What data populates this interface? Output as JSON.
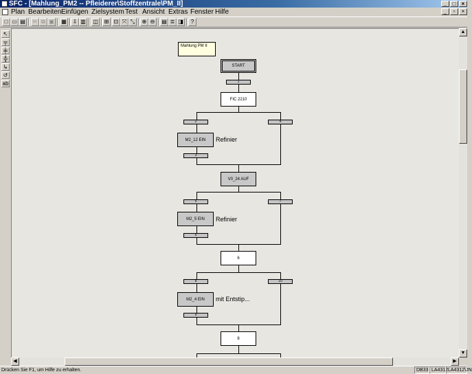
{
  "title": "SFC - [Mahlung_PM2 -- Pfleiderer\\Stoffzentrale\\PM_II]",
  "window_buttons": {
    "minimize": "_",
    "maximize": "□",
    "close": "×"
  },
  "mdi_buttons": {
    "minimize": "_",
    "restore": "▫",
    "close": "×"
  },
  "menu": [
    "Plan",
    "Bearbeiten",
    "Einfügen",
    "Zielsystem",
    "Test",
    "Ansicht",
    "Extras",
    "Fenster",
    "Hilfe"
  ],
  "toolbar": [
    {
      "icon": "new-icon",
      "glyph": "□"
    },
    {
      "icon": "open-icon",
      "glyph": "▭"
    },
    {
      "icon": "print-icon",
      "glyph": "▤"
    },
    {
      "icon": "cut-icon",
      "glyph": "✂",
      "disabled": true
    },
    {
      "icon": "copy-icon",
      "glyph": "⧉",
      "disabled": true
    },
    {
      "icon": "paste-icon",
      "glyph": "▣",
      "disabled": true
    },
    {
      "icon": "compile-icon",
      "glyph": "▦"
    },
    {
      "icon": "download-icon",
      "glyph": "⇩"
    },
    {
      "icon": "monitor-icon",
      "glyph": "▥"
    },
    {
      "icon": "test-icon",
      "glyph": "◫"
    },
    {
      "icon": "fit-icon",
      "glyph": "⊞"
    },
    {
      "icon": "zoom-select-icon",
      "glyph": "⊡"
    },
    {
      "icon": "zoom-fit-icon",
      "glyph": "⤧"
    },
    {
      "icon": "zoom-in-icon",
      "glyph": "⊕"
    },
    {
      "icon": "zoom-out-icon",
      "glyph": "⊖"
    },
    {
      "icon": "view-chain-icon",
      "glyph": "▤"
    },
    {
      "icon": "view-list-icon",
      "glyph": "≣"
    },
    {
      "icon": "view-split-icon",
      "glyph": "◨"
    },
    {
      "icon": "help-icon",
      "glyph": "?"
    }
  ],
  "palette": [
    {
      "icon": "pointer-icon",
      "glyph": "↖"
    },
    {
      "icon": "step-transition-icon",
      "glyph": "╤"
    },
    {
      "icon": "alternative-branch-icon",
      "glyph": "╪"
    },
    {
      "icon": "simultaneous-branch-icon",
      "glyph": "╬"
    },
    {
      "icon": "jump-icon",
      "glyph": "↳"
    },
    {
      "icon": "loop-icon",
      "glyph": "↺"
    },
    {
      "icon": "text-icon",
      "glyph": "ab"
    }
  ],
  "sfc": {
    "comment": "Mahlung PM II",
    "start": "START",
    "t1": "1",
    "fic": "FIC 2210",
    "t2": "2",
    "t4": "4",
    "t3": "3",
    "m2_12": "M2_12 EIN",
    "refiner1": "Refinier",
    "v0_24": "V0_24 AUF",
    "t5": "5",
    "t7": "7",
    "t6b": "6",
    "m2_5": "M2_5 EIN",
    "refiner2": "Refinier",
    "step6": "6",
    "t8": "8",
    "t10": "10",
    "t9": "9",
    "m2_4": "M2_4 EIN",
    "entstip": "mit Entstip...",
    "step8": "8"
  },
  "statusbar": {
    "hint": "Drücken Sie F1, um Hilfe zu erhalten.",
    "pane1": "DB33",
    "pane2": "LA4312",
    "pane3": "LA4312\\JN"
  }
}
